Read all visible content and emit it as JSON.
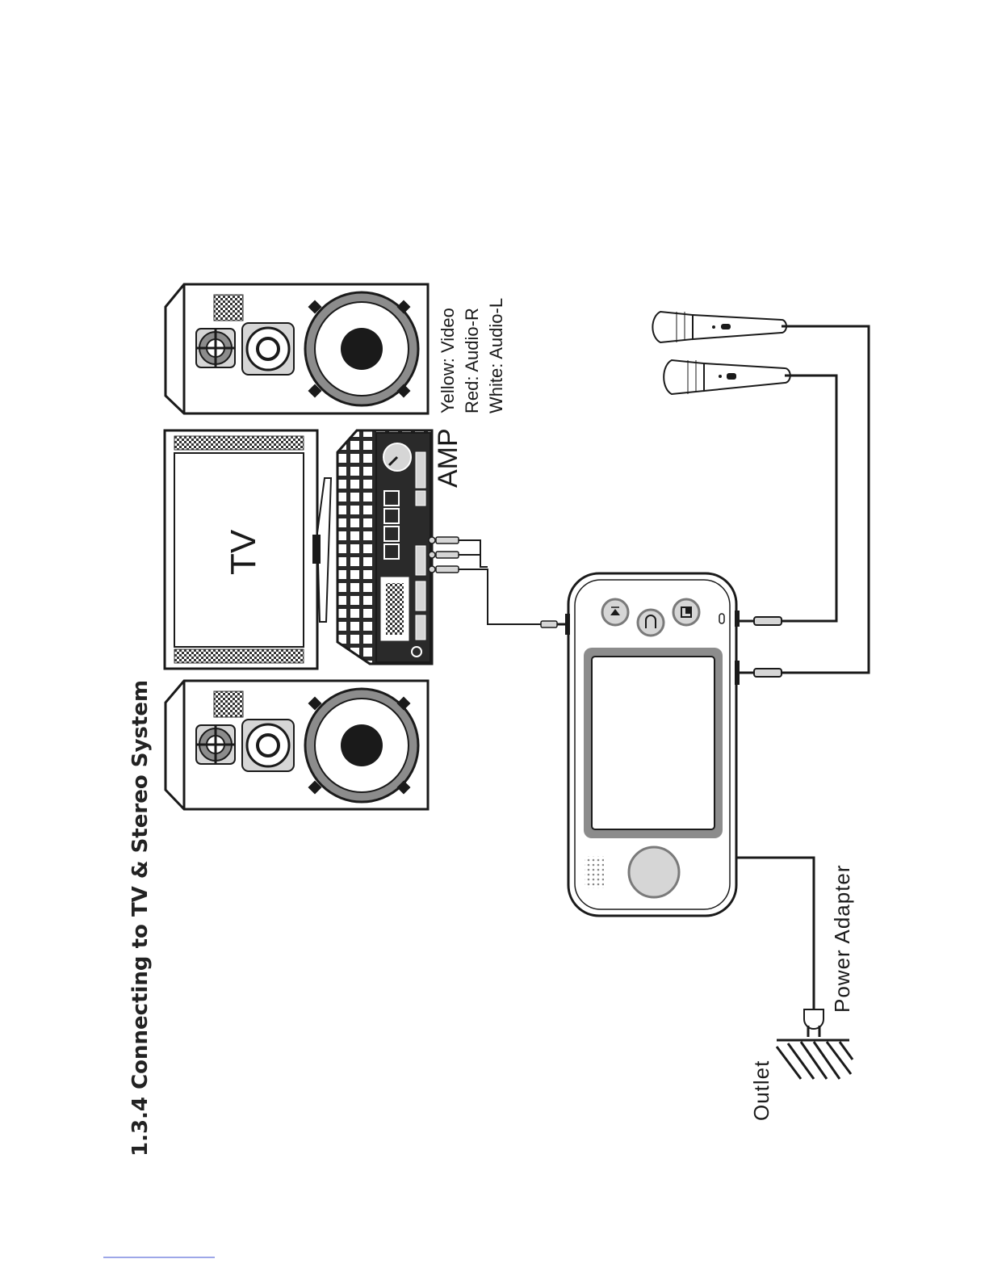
{
  "section_title": "1.3.4 Connecting to TV & Stereo System",
  "labels": {
    "tv": "TV",
    "amp": "AMP",
    "cable_legend": [
      "Yellow: Video",
      "Red: Audio-R",
      "White: Audio-L"
    ],
    "power_adapter": "Power Adapter",
    "outlet": "Outlet"
  },
  "colors": {
    "line": "#1a1a1a",
    "grey_fill": "#8c8c8c",
    "light_grey": "#d6d6d6",
    "device_frame": "#7a7a7a"
  },
  "icons": [
    "speaker-icon",
    "tv-icon",
    "amplifier-icon",
    "microphone-icon",
    "karaoke-player-icon",
    "power-plug-icon",
    "wall-outlet-icon"
  ]
}
